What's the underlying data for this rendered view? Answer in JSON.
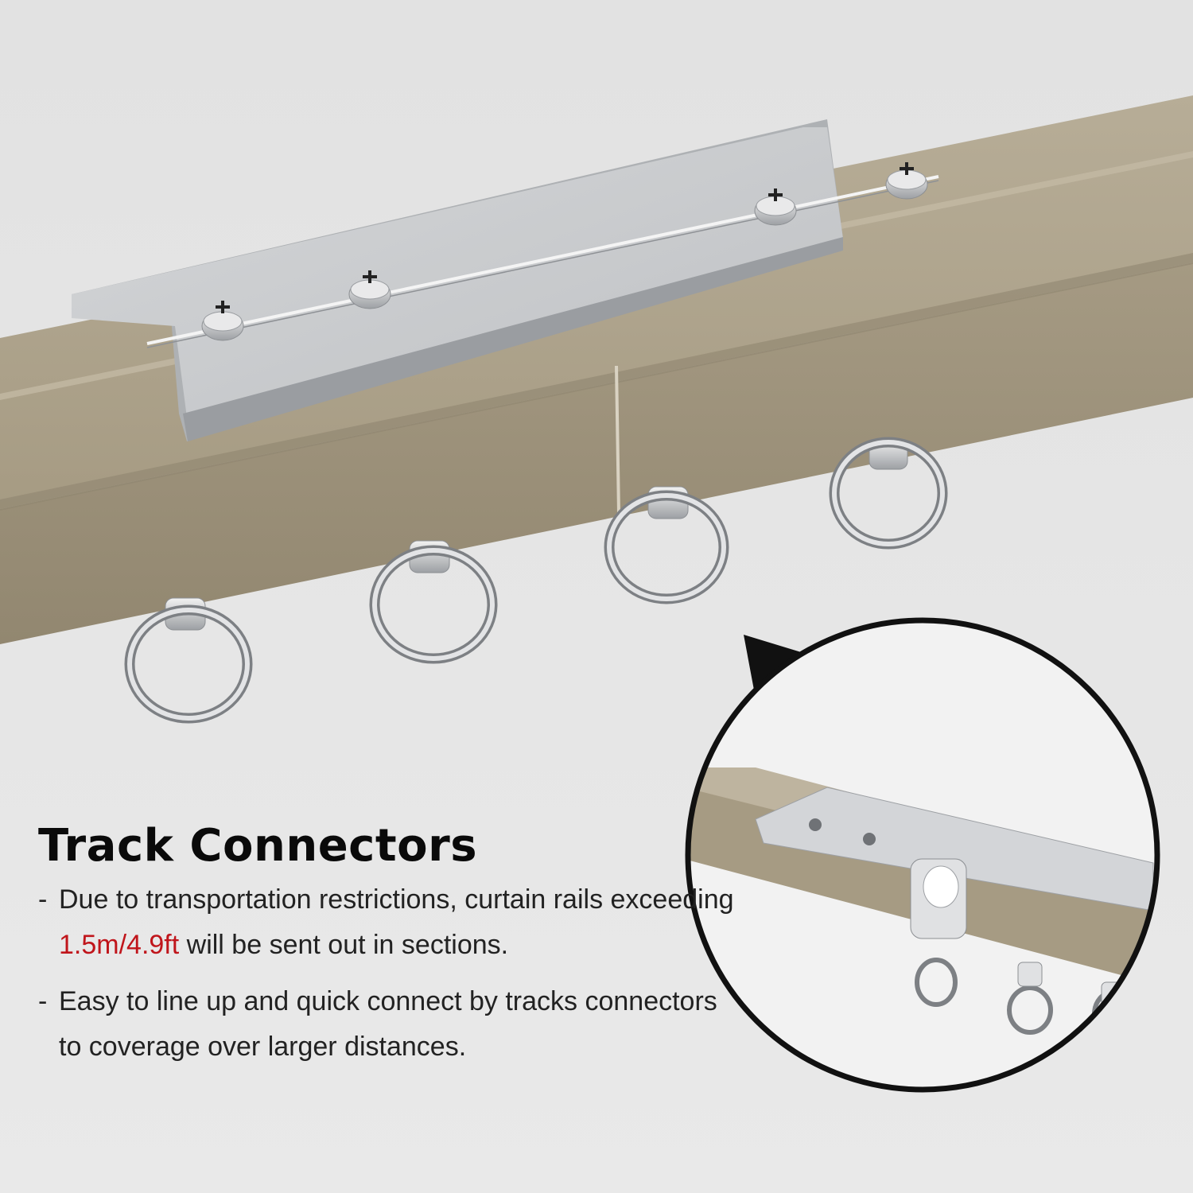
{
  "title": "Track Connectors",
  "bullets": [
    {
      "dash": "-",
      "before": "Due to transportation restrictions, curtain rails exceeding ",
      "highlight": "1.5m/4.9ft",
      "after": " will be sent out in sections."
    },
    {
      "dash": "-",
      "text": "Easy to line up and quick connect by tracks connectors to coverage over larger distances."
    }
  ],
  "colors": {
    "background": "#e6e6e6",
    "rail": "#aea28a",
    "connector": "#c8cacd",
    "highlight": "#c0151b",
    "heading": "#0a0a0a"
  }
}
